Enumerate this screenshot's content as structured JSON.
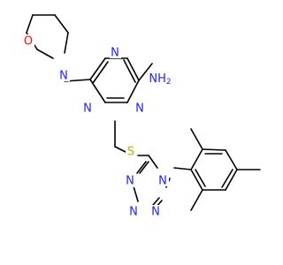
{
  "molecule": {
    "atoms": {
      "morpholine_O": "O",
      "morpholine_N": "N",
      "triazine_N_top": "N",
      "triazine_N_left": "N",
      "triazine_N_right": "N",
      "amine": "NH",
      "amine_h_count": "2",
      "thioether_S": "S",
      "tetrazole_N1": "N",
      "tetrazole_N2": "N",
      "tetrazole_N3": "N",
      "tetrazole_N4": "N"
    }
  },
  "colors": {
    "nitrogen": "#2222ff",
    "oxygen": "#ff0d0d",
    "sulfur": "#b2b200",
    "bond": "#000000"
  }
}
